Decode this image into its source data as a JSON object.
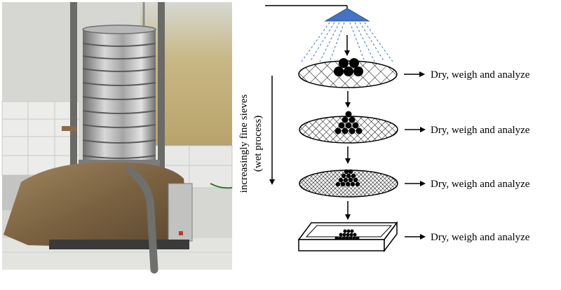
{
  "photo": {
    "subject": "sieve shaker with stacked sieves",
    "colors": {
      "wall": "#d9d9d4",
      "tiles": "#ececea",
      "window": "#c9b98a",
      "steel": "#a9a9a9",
      "base": "#8a7050"
    }
  },
  "diagram": {
    "side_label_line1": "increasingly fine sieves",
    "side_label_line2": "(wet process)",
    "spray_color": "#4472c4",
    "stages": [
      {
        "label": "Dry, weigh and analyze",
        "mesh": "coarse"
      },
      {
        "label": "Dry, weigh and analyze",
        "mesh": "medium"
      },
      {
        "label": "Dry, weigh and analyze",
        "mesh": "fine"
      },
      {
        "label": "Dry, weigh and analyze",
        "mesh": "pan"
      }
    ]
  }
}
